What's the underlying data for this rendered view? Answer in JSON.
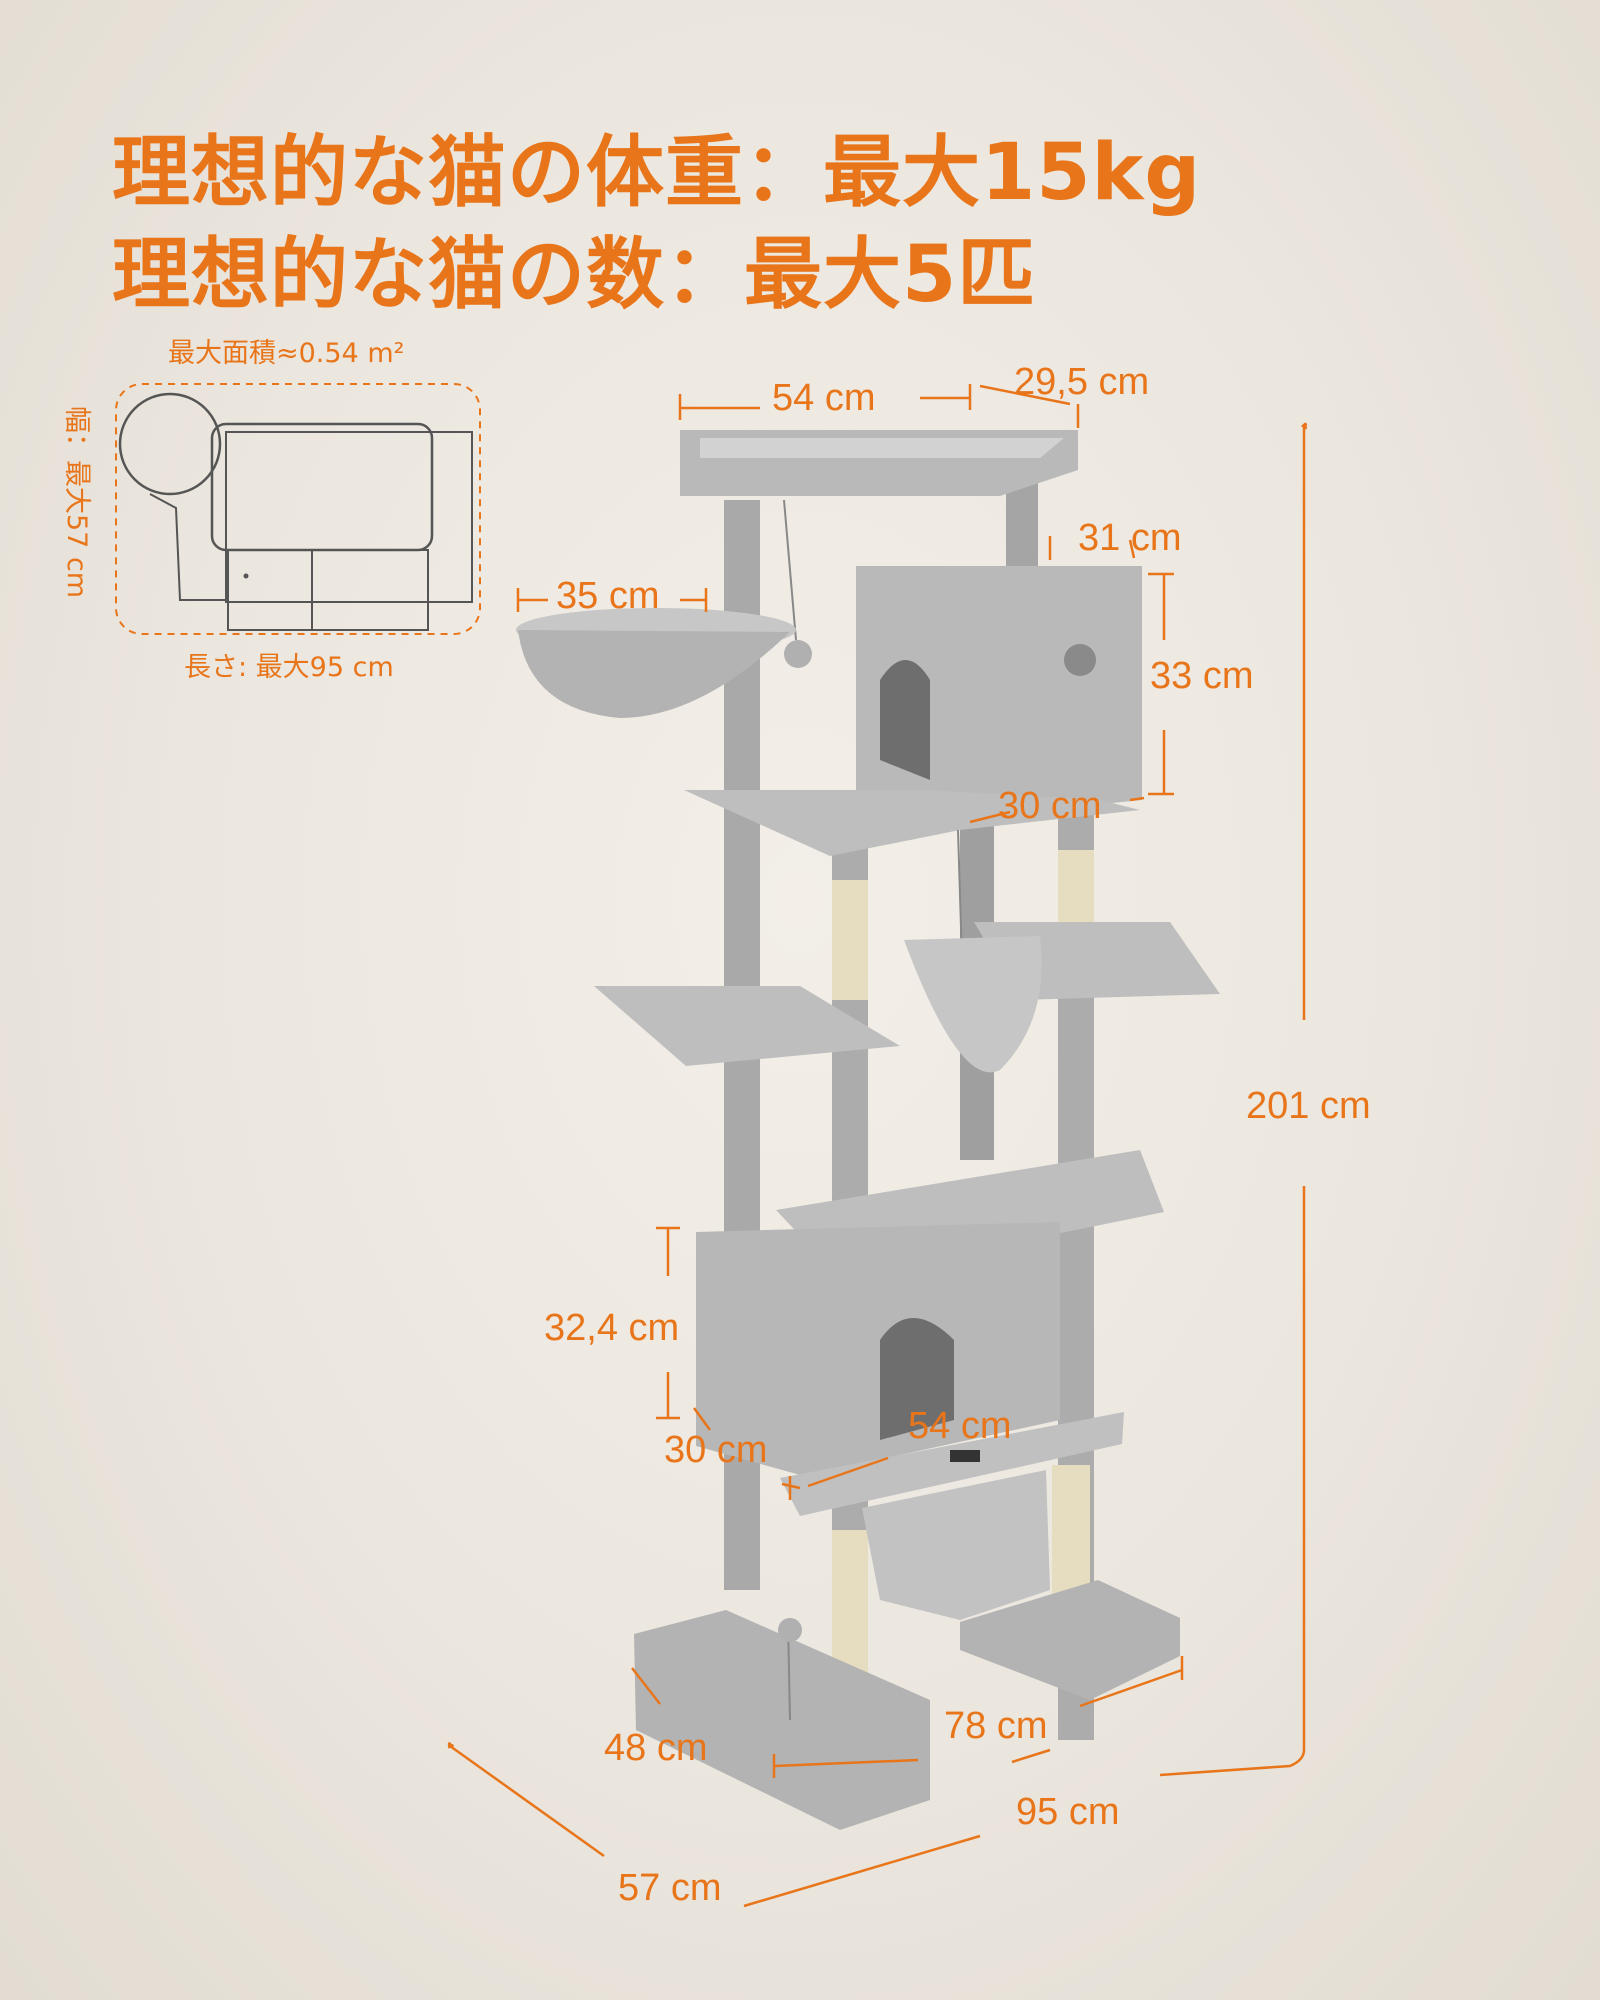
{
  "headline": {
    "line1": "理想的な猫の体重：最大15kg",
    "line2": "理想的な猫の数：最大5匹"
  },
  "footprint": {
    "area_label": "最大面積≈0.54 m²",
    "width_label": "幅：最大57 cm",
    "length_label": "長さ: 最大95 cm"
  },
  "dimensions": {
    "top_width": "54 cm",
    "top_depth": "29,5 cm",
    "cave_depth": "31 cm",
    "basket": "35 cm",
    "cave_height": "33 cm",
    "cave_width": "30 cm",
    "total_height": "201 cm",
    "lower_cave_height": "32,4 cm",
    "lower_platform_width": "54 cm",
    "lower_cave_width": "30 cm",
    "base_length": "78 cm",
    "base_depth": "48 cm",
    "total_length": "95 cm",
    "total_width": "57 cm"
  },
  "colors": {
    "accent": "#e8751a",
    "plush": "#b7b7b7",
    "sisal": "#e6dcc0",
    "background": "#ebe6de"
  },
  "icons": [
    "heart-arrow-icon"
  ]
}
